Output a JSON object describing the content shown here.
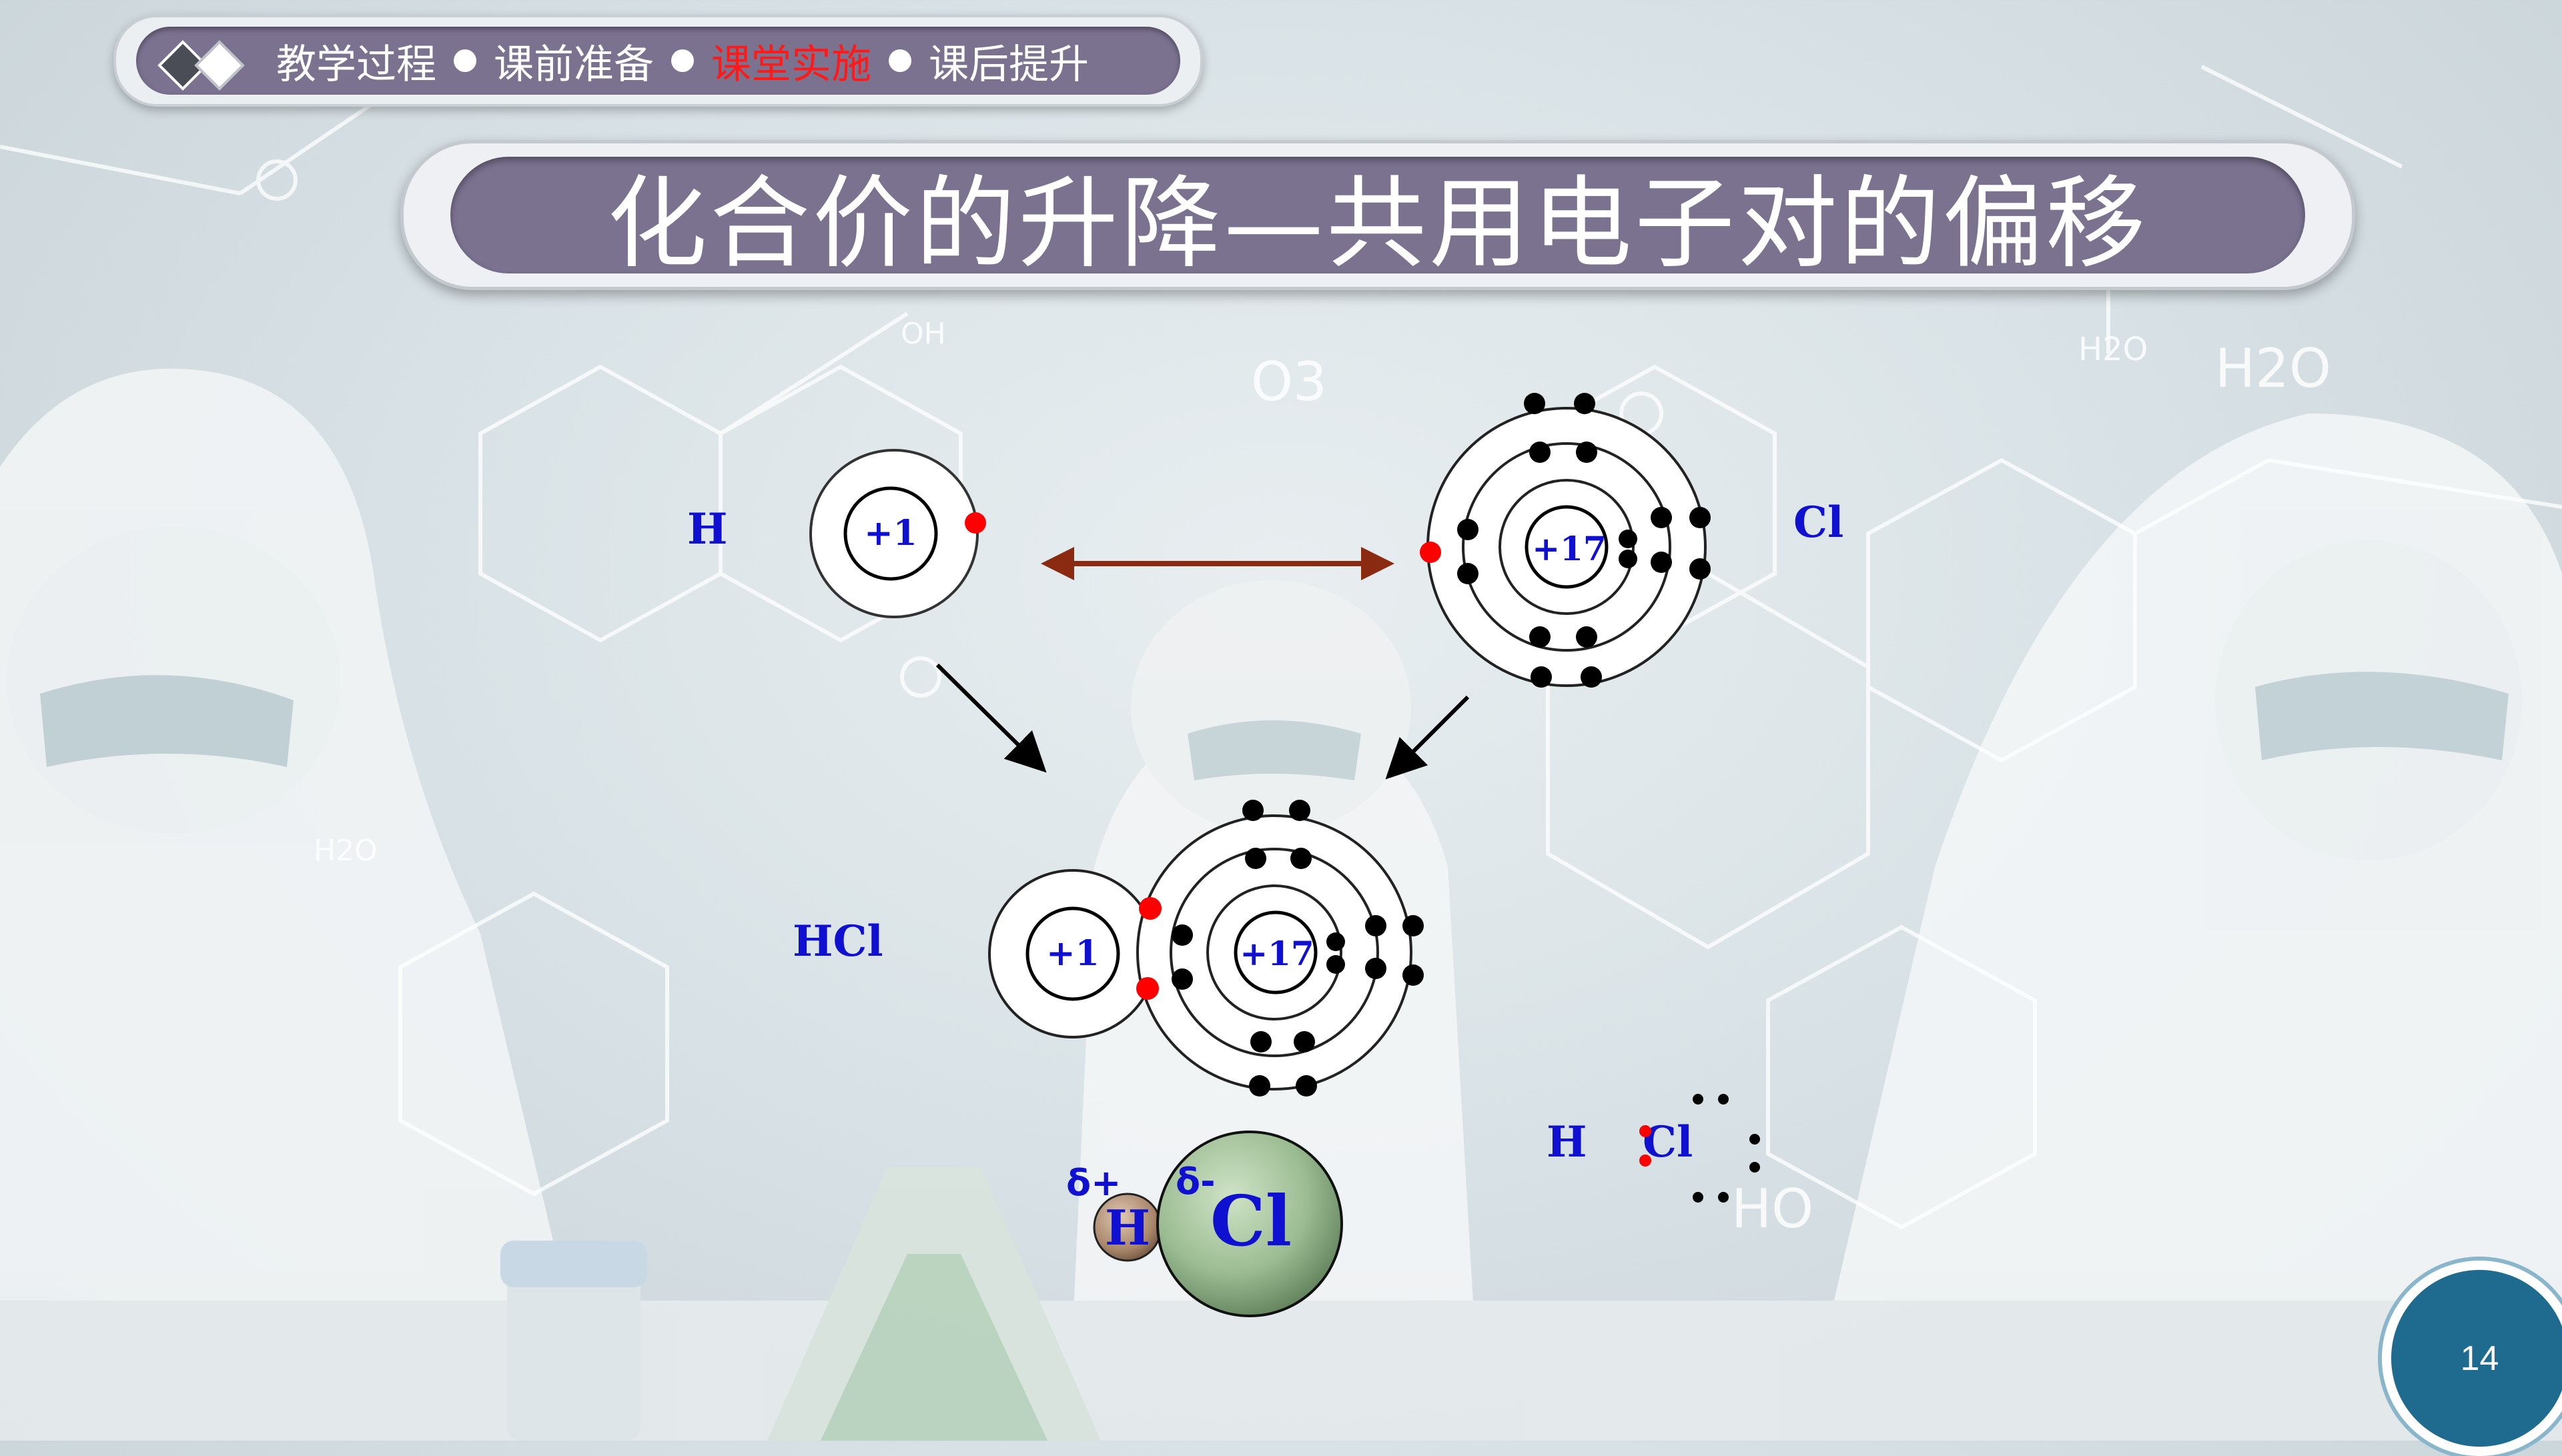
{
  "nav": {
    "items": [
      {
        "label": "教学过程",
        "active": false
      },
      {
        "label": "课前准备",
        "active": false
      },
      {
        "label": "课堂实施",
        "active": true
      },
      {
        "label": "课后提升",
        "active": false
      }
    ]
  },
  "title": "化合价的升降—共用电子对的偏移",
  "labels": {
    "h": "H",
    "cl": "Cl",
    "hcl": "HCl",
    "h_nucleus": "+1",
    "cl_nucleus": "+17",
    "hcl_h_nucleus": "+1",
    "hcl_cl_nucleus": "+17",
    "delta_plus": "δ+",
    "delta_minus": "δ-",
    "sphere_h": "H",
    "sphere_cl": "Cl",
    "lewis_h": "H",
    "lewis_cl": "Cl"
  },
  "background_formulas": {
    "oh": "OH",
    "o3": "O3",
    "h2o_a": "H2O",
    "h2o_b": "H2O",
    "h2o_c": "H2O",
    "ho": "HO"
  },
  "page": {
    "number": "14"
  },
  "colors": {
    "label_blue": "#1010d0",
    "accent_red": "#ff1a1a",
    "arrow_brown": "#8a2a10",
    "bar_purple": "#7b7290",
    "badge_blue": "#1f6b8f"
  }
}
